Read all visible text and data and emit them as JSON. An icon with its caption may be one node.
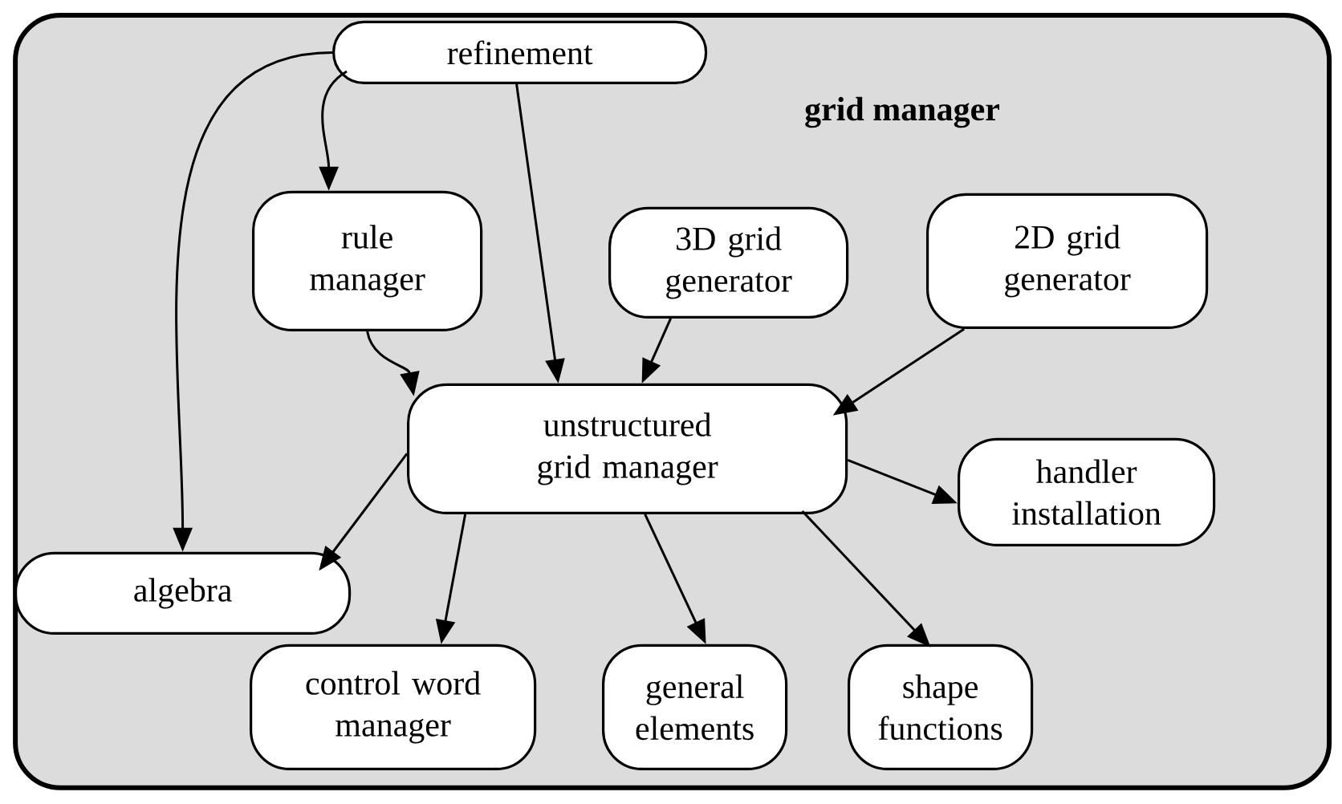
{
  "diagram": {
    "nodes": [
      {
        "text": [
          "grid manager"
        ]
      },
      {
        "text": [
          "refinement"
        ],
        "in": 0
      },
      {
        "text": [
          "rule manager"
        ],
        "in": 0
      },
      {
        "text": [
          "3D grid generator"
        ],
        "in": 0
      },
      {
        "text": [
          "2D grid generator"
        ],
        "in": 0
      },
      {
        "text": [
          "unstructured grid manager"
        ],
        "in": 0
      },
      {
        "text": [
          "handler installation"
        ],
        "in": 0
      },
      {
        "text": [
          "algebra"
        ],
        "in": 0
      },
      {
        "text": [
          "control word manager"
        ],
        "in": 0
      },
      {
        "text": [
          "general elements"
        ],
        "in": 0
      },
      {
        "text": [
          "shape functions"
        ],
        "in": 0
      }
    ],
    "edges": [
      {
        "from": 1,
        "to": 7,
        "arrow": "to"
      },
      {
        "from": 1,
        "to": 2,
        "arrow": "to"
      },
      {
        "from": 1,
        "to": 5,
        "arrow": "to"
      },
      {
        "from": 2,
        "to": 5,
        "arrow": "to"
      },
      {
        "from": 3,
        "to": 5,
        "arrow": "to"
      },
      {
        "from": 4,
        "to": 5,
        "arrow": "to"
      },
      {
        "from": 5,
        "to": 7,
        "arrow": "to"
      },
      {
        "from": 5,
        "to": 6,
        "arrow": "to"
      },
      {
        "from": 5,
        "to": 8,
        "arrow": "to"
      },
      {
        "from": 5,
        "to": 9,
        "arrow": "to"
      },
      {
        "from": 5,
        "to": 10,
        "arrow": "to"
      }
    ]
  }
}
